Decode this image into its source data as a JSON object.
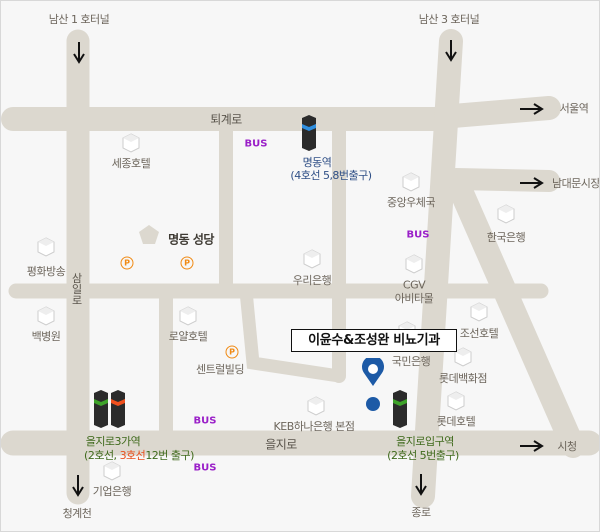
{
  "colors": {
    "road": "#dcd8cf",
    "background": "#f7f7f7",
    "bus": "#9a1fc8",
    "station_blue": "#2f4f86",
    "station_green": "#3f6a1c",
    "line3": "#e8501e",
    "pin": "#1d5aa6",
    "parking": "#f08a14"
  },
  "directions": {
    "namsan1": "남산 1 호터널",
    "namsan3": "남산 3 호터널",
    "seoul_station": "서울역",
    "namdaemun": "남대문시장",
    "city_hall": "시청",
    "cheonggyecheon": "청계천",
    "jongno": "종로"
  },
  "roads": {
    "toegyero": "퇴계로",
    "euljiro": "을지로",
    "samilro": "삼일로"
  },
  "bus_label": "BUS",
  "parking_label": "P",
  "places": {
    "sejong_hotel": "세종호텔",
    "central_post": "중앙우체국",
    "bank_of_korea": "한국은행",
    "myeongdong_cathedral": "명동 성당",
    "pbc": "평화방송",
    "woori_bank": "우리은행",
    "cgv": "CGV",
    "avenuel": "아비타몰",
    "paik_hospital": "백병원",
    "royal_hotel": "로얄호텔",
    "chosun_hotel": "조선호텔",
    "central_building": "센트럴빌딩",
    "kookmin_bank": "국민은행",
    "lotte_dept": "롯데백화점",
    "lotte_hotel": "롯데호텔",
    "keb_hana": "KEB하나은행 본점",
    "ibk": "기업은행"
  },
  "stations": {
    "myeongdong": {
      "name": "명동역",
      "exit": "(4호선 5,8번출구)"
    },
    "euljiro3ga": {
      "name": "을지로3가역",
      "exit_pre": "(2호선, ",
      "exit_red": "3호선",
      "exit_post": "12번 출구)"
    },
    "euljiro1ga": {
      "name": "을지로입구역",
      "exit": "(2호선 5번출구)"
    }
  },
  "destination": "이윤수&조성완 비뇨기과"
}
